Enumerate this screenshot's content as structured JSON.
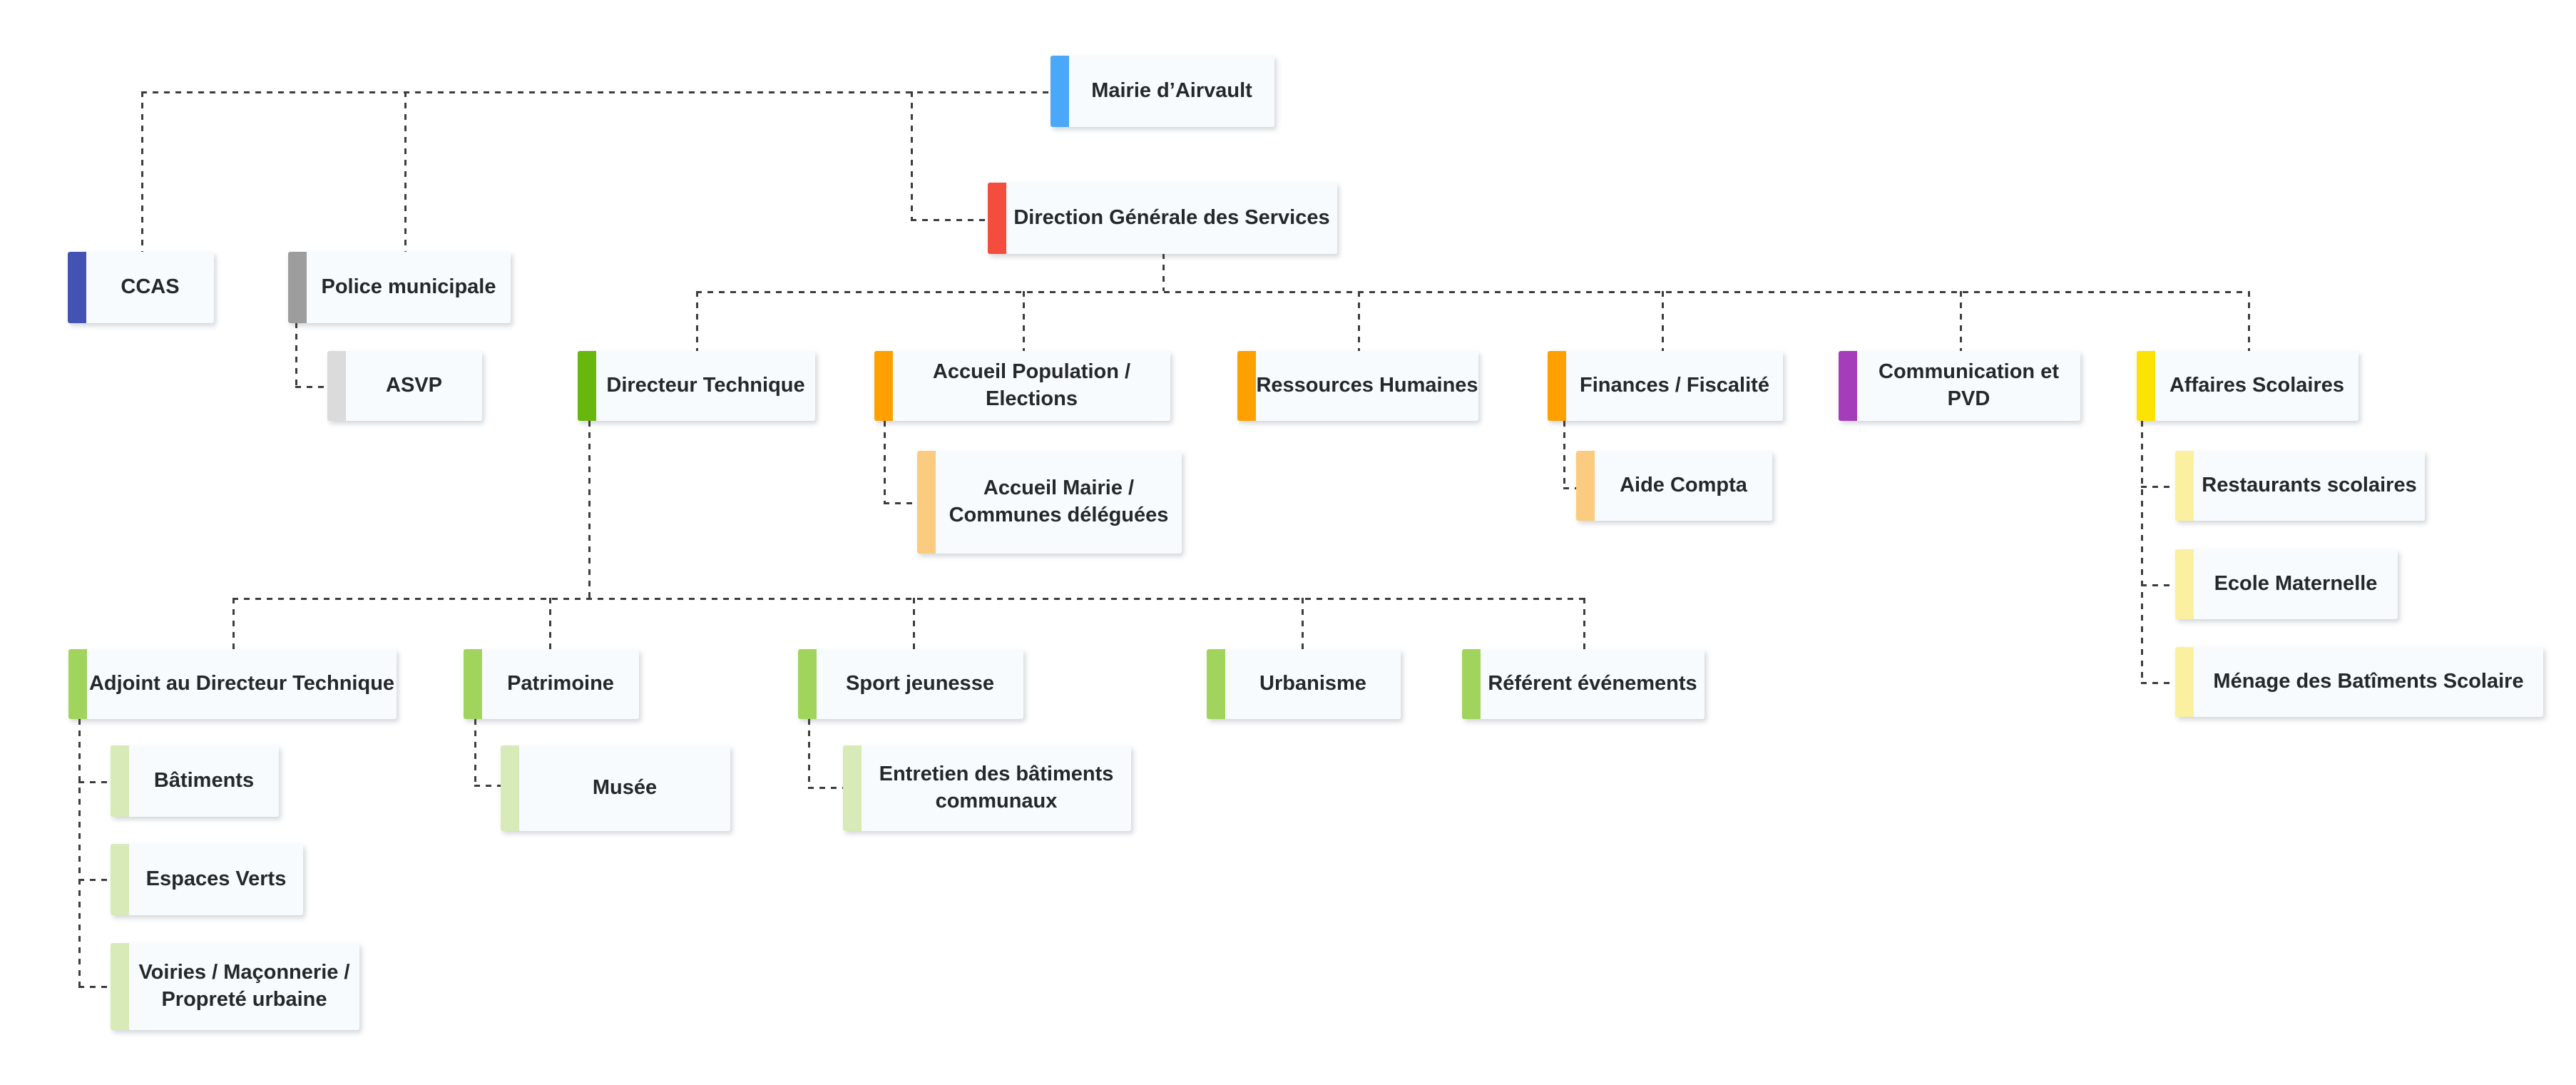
{
  "diagram": {
    "type": "org-chart",
    "organization": "Mairie d’Airvault",
    "connector_color": "#3d3d3d",
    "box_background": "#f8fbfd",
    "text_color": "#24272b"
  },
  "nodes": [
    {
      "id": "mairie",
      "label": "Mairie d’Airvault",
      "color": "#4ba7f8",
      "parent": null
    },
    {
      "id": "dgs",
      "label": "Direction Générale des Services",
      "color": "#f44d3e",
      "parent": "mairie"
    },
    {
      "id": "ccas",
      "label": "CCAS",
      "color": "#4253b4",
      "parent": "mairie"
    },
    {
      "id": "police",
      "label": "Police municipale",
      "color": "#9d9d9d",
      "parent": "mairie"
    },
    {
      "id": "asvp",
      "label": "ASVP",
      "color": "#dbdbdb",
      "parent": "police"
    },
    {
      "id": "dirtech",
      "label": "Directeur Technique",
      "color": "#68b70e",
      "parent": "dgs"
    },
    {
      "id": "accueilpop",
      "label": "Accueil Population / Elections",
      "color": "#fda000",
      "parent": "dgs"
    },
    {
      "id": "rh",
      "label": "Ressources Humaines",
      "color": "#fda000",
      "parent": "dgs"
    },
    {
      "id": "finances",
      "label": "Finances / Fiscalité",
      "color": "#fda000",
      "parent": "dgs"
    },
    {
      "id": "compvd",
      "label": "Communication et PVD",
      "color": "#a53cba",
      "parent": "dgs"
    },
    {
      "id": "affscol",
      "label": "Affaires Scolaires",
      "color": "#fce303",
      "parent": "dgs"
    },
    {
      "id": "accueilmairie",
      "label": "Accueil Mairie / Communes déléguées",
      "color": "#fbcc80",
      "parent": "accueilpop"
    },
    {
      "id": "aidecompta",
      "label": "Aide Compta",
      "color": "#fbcc80",
      "parent": "finances"
    },
    {
      "id": "restscol",
      "label": "Restaurants scolaires",
      "color": "#faf0a0",
      "parent": "affscol"
    },
    {
      "id": "ecolemat",
      "label": "Ecole Maternelle",
      "color": "#faf0a0",
      "parent": "affscol"
    },
    {
      "id": "menage",
      "label": "Ménage des Batîments Scolaire",
      "color": "#faf0a0",
      "parent": "affscol"
    },
    {
      "id": "adjoint",
      "label": "Adjoint au Directeur Technique",
      "color": "#a1d45c",
      "parent": "dirtech"
    },
    {
      "id": "patrimoine",
      "label": "Patrimoine",
      "color": "#a1d45c",
      "parent": "dirtech"
    },
    {
      "id": "sport",
      "label": "Sport jeunesse",
      "color": "#a1d45c",
      "parent": "dirtech"
    },
    {
      "id": "urbanisme",
      "label": "Urbanisme",
      "color": "#a1d45c",
      "parent": "dirtech"
    },
    {
      "id": "referent",
      "label": "Référent événements",
      "color": "#a1d45c",
      "parent": "dirtech"
    },
    {
      "id": "batiments",
      "label": "Bâtiments",
      "color": "#d8eab8",
      "parent": "adjoint"
    },
    {
      "id": "espaces",
      "label": "Espaces Verts",
      "color": "#d8eab8",
      "parent": "adjoint"
    },
    {
      "id": "voiries",
      "label": "Voiries / Maçonnerie / Propreté urbaine",
      "color": "#d8eab8",
      "parent": "adjoint"
    },
    {
      "id": "musee",
      "label": "Musée",
      "color": "#d8eab8",
      "parent": "patrimoine"
    },
    {
      "id": "entretien",
      "label": "Entretien des bâtiments communaux",
      "color": "#d8eab8",
      "parent": "sport"
    }
  ]
}
